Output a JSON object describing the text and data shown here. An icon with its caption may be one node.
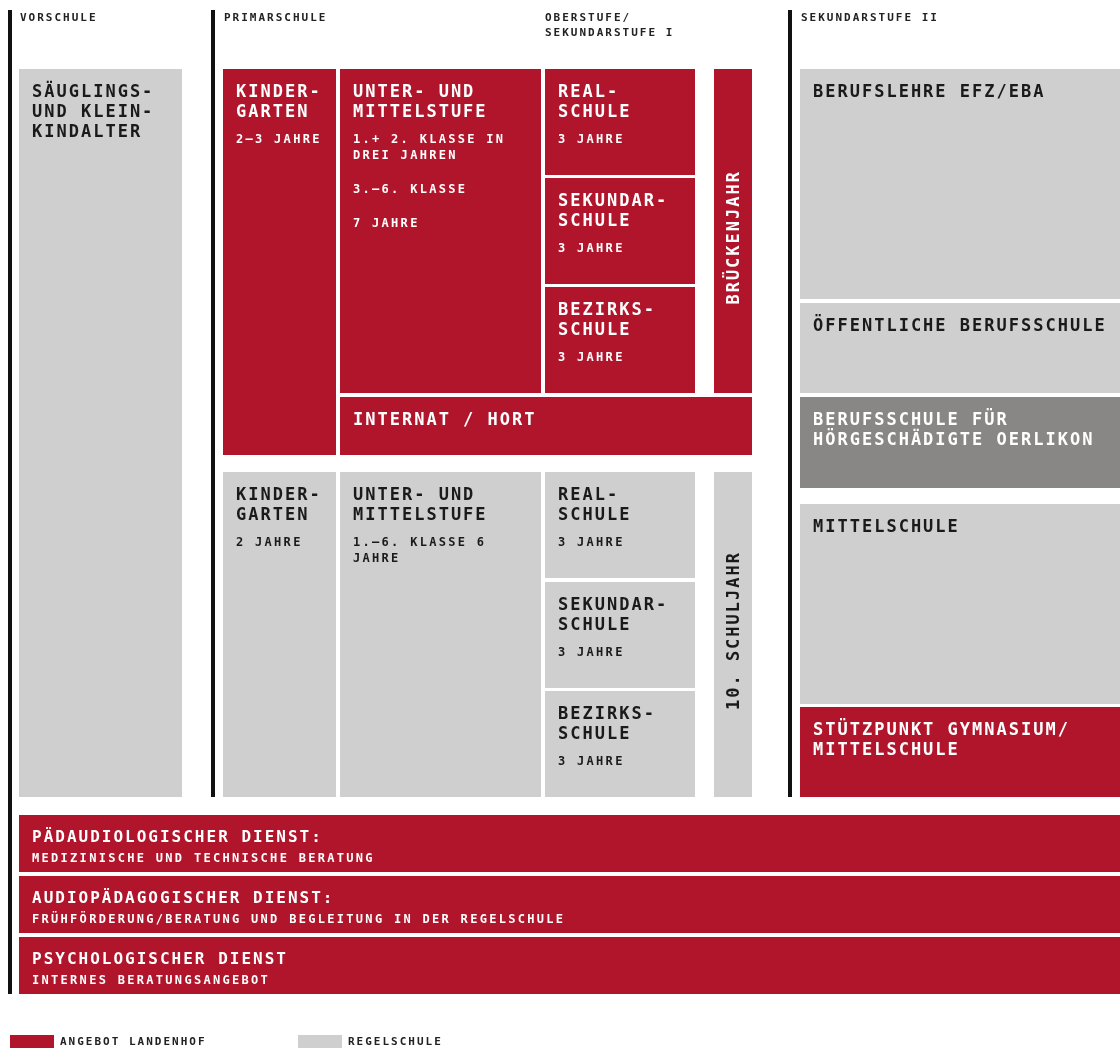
{
  "diagram": {
    "nodes": [
      {
        "text": [
          "SÄUGLINGS- UND KLEIN- KINDALTER"
        ]
      },
      {
        "text": [
          "KINDER- GARTEN",
          "2–3 JAHRE"
        ]
      },
      {
        "text": [
          "UNTER- UND MITTELSTUFE",
          "1.+ 2. KLASSE IN DREI JAHREN",
          "3.–6. KLASSE",
          "7 JAHRE"
        ]
      },
      {
        "text": [
          "REAL- SCHULE",
          "3 JAHRE"
        ]
      },
      {
        "text": [
          "SEKUNDAR- SCHULE",
          "3 JAHRE"
        ]
      },
      {
        "text": [
          "BEZIRKS- SCHULE",
          "3 JAHRE"
        ]
      },
      {
        "text": [
          "BRÜCKENJAHR"
        ]
      },
      {
        "text": [
          "INTERNAT / HORT"
        ]
      },
      {
        "text": [
          "KINDER- GARTEN",
          "2 JAHRE"
        ]
      },
      {
        "text": [
          "UNTER- UND MITTELSTUFE",
          "1.–6. KLASSE 6 JAHRE"
        ]
      },
      {
        "text": [
          "REAL- SCHULE",
          "3 JAHRE"
        ]
      },
      {
        "text": [
          "SEKUNDAR- SCHULE",
          "3 JAHRE"
        ]
      },
      {
        "text": [
          "BEZIRKS- SCHULE",
          "3 JAHRE"
        ]
      },
      {
        "text": [
          "10. SCHULJAHR"
        ]
      },
      {
        "text": [
          "BERUFSLEHRE EFZ/EBA"
        ]
      },
      {
        "text": [
          "ÖFFENTLICHE BERUFSSCHULE"
        ]
      },
      {
        "text": [
          "BERUFSSCHULE FÜR HÖRGESCHÄDIGTE OERLIKON"
        ]
      },
      {
        "text": [
          "MITTELSCHULE"
        ]
      },
      {
        "text": [
          "STÜTZPUNKT GYMNASIUM/ MITTELSCHULE"
        ]
      },
      {
        "text": [
          "PÄDAUDIOLOGISCHER DIENST:",
          "MEDIZINISCHE UND TECHNISCHE BERATUNG"
        ]
      },
      {
        "text": [
          "AUDIOPÄDAGOGISCHER DIENST:",
          "FRÜHFÖRDERUNG/BERATUNG UND BEGLEITUNG IN DER REGELSCHULE"
        ]
      },
      {
        "text": [
          "PSYCHOLOGISCHER DIENST",
          "INTERNES BERATUNGSANGEBOT"
        ]
      }
    ],
    "labels": [
      "VORSCHULE",
      "PRIMARSCHULE",
      "OBERSTUFE/ SEKUNDARSTUFE I",
      "SEKUNDARSTUFE II"
    ],
    "legend": [
      {
        "text": "ANGEBOT LANDENHOF",
        "color": "#b0152b"
      },
      {
        "text": "REGELSCHULE",
        "color": "#cfcfcf"
      }
    ]
  }
}
